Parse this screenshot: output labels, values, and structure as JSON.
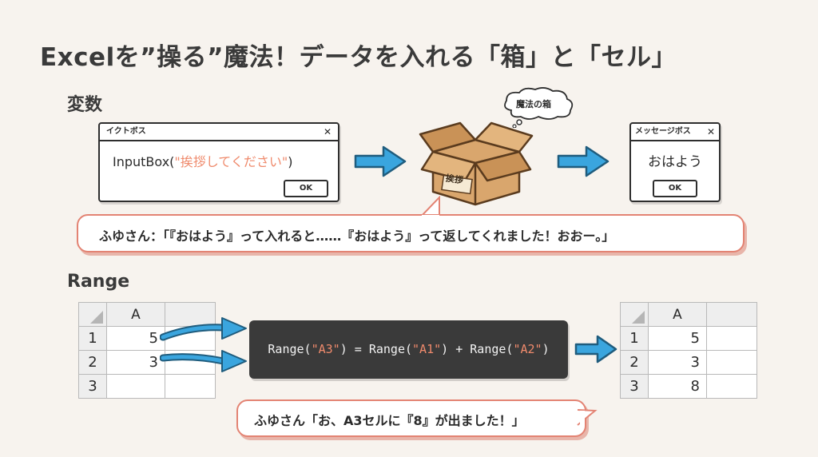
{
  "title": "Excelを”操る”魔法！データを入れる「箱」と「セル」",
  "section_variable": "変数",
  "section_range": "Range",
  "input_dialog": {
    "title": "イクトボス",
    "close": "✕",
    "code_prefix": "InputBox(",
    "code_string": "\"挨拶してください\"",
    "code_suffix": ")",
    "ok": "OK"
  },
  "magic_box": {
    "thought": "魔法の箱",
    "tag": "挨拶"
  },
  "message_dialog": {
    "title": "メッセージボス",
    "close": "✕",
    "message": "おはよう",
    "ok": "OK"
  },
  "bubble1": "ふゆさん：「『おはよう』って入れると……『おはよう』って返してくれました！おおー。」",
  "range_before": {
    "col_header": "A",
    "rows": [
      {
        "n": "1",
        "v": "5"
      },
      {
        "n": "2",
        "v": "3"
      },
      {
        "n": "3",
        "v": ""
      }
    ]
  },
  "range_code": {
    "p1": "Range(",
    "s1": "\"A3\"",
    "p2": ") = Range(",
    "s2": "\"A1\"",
    "p3": ") + Range(",
    "s3": "\"A2\"",
    "p4": ")"
  },
  "range_after": {
    "col_header": "A",
    "rows": [
      {
        "n": "1",
        "v": "5"
      },
      {
        "n": "2",
        "v": "3"
      },
      {
        "n": "3",
        "v": "8"
      }
    ]
  },
  "bubble2": "ふゆさん「お、A3セルに『8』が出ました！」",
  "colors": {
    "accent_arrow": "#3aa5de",
    "bubble_border": "#e38373",
    "code_string": "#ef8a6c",
    "box": "#d4a26a"
  }
}
